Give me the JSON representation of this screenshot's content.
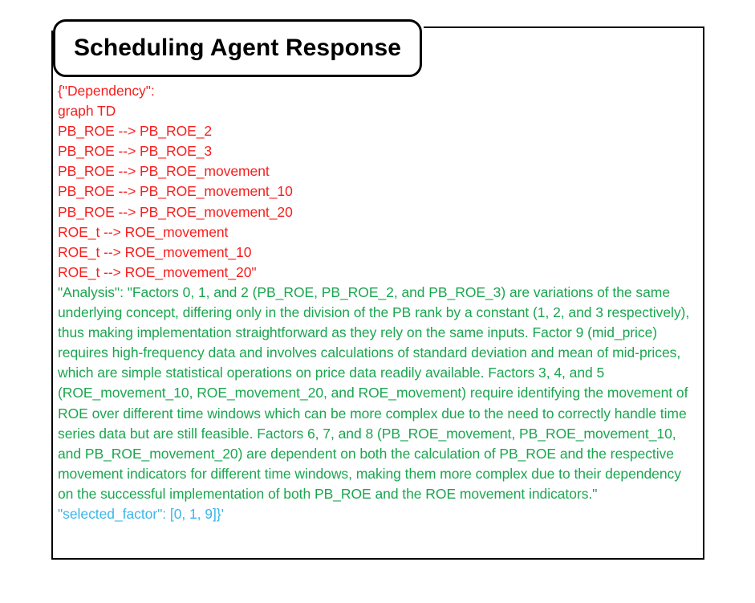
{
  "panel": {
    "title": "Scheduling Agent Response",
    "colors": {
      "dependency_text": "#f71d1d",
      "analysis_text": "#1aa64f",
      "selected_factor_text": "#3cb6ea",
      "border": "#000000",
      "background": "#ffffff"
    }
  },
  "dependency": {
    "lines": [
      "{\"Dependency\":",
      "graph TD",
      "PB_ROE --> PB_ROE_2",
      "PB_ROE --> PB_ROE_3",
      "PB_ROE --> PB_ROE_movement",
      "PB_ROE --> PB_ROE_movement_10",
      "PB_ROE --> PB_ROE_movement_20",
      "ROE_t --> ROE_movement",
      "ROE_t --> ROE_movement_10",
      "ROE_t --> ROE_movement_20\""
    ]
  },
  "analysis": {
    "text": "\"Analysis\": \"Factors 0, 1, and 2 (PB_ROE, PB_ROE_2, and PB_ROE_3) are variations of the same underlying concept, differing only in the division of the PB rank by a constant (1, 2, and 3 respectively), thus making implementation straightforward as they rely on the same inputs. Factor 9 (mid_price) requires high-frequency data and involves calculations of standard deviation and mean of mid-prices, which are simple statistical operations on price data readily available. Factors 3, 4, and 5 (ROE_movement_10, ROE_movement_20, and ROE_movement) require identifying the movement of ROE over different time windows which can be more complex due to the need to correctly handle time series data but are still feasible. Factors 6, 7, and 8 (PB_ROE_movement, PB_ROE_movement_10, and PB_ROE_movement_20) are dependent on both the calculation of PB_ROE and the respective movement indicators for different time windows, making them more complex due to their dependency on the successful implementation of both PB_ROE and the ROE movement indicators.\""
  },
  "selected_factor": {
    "line": "\"selected_factor\": [0, 1, 9]}'",
    "values": [
      0,
      1,
      9
    ]
  }
}
